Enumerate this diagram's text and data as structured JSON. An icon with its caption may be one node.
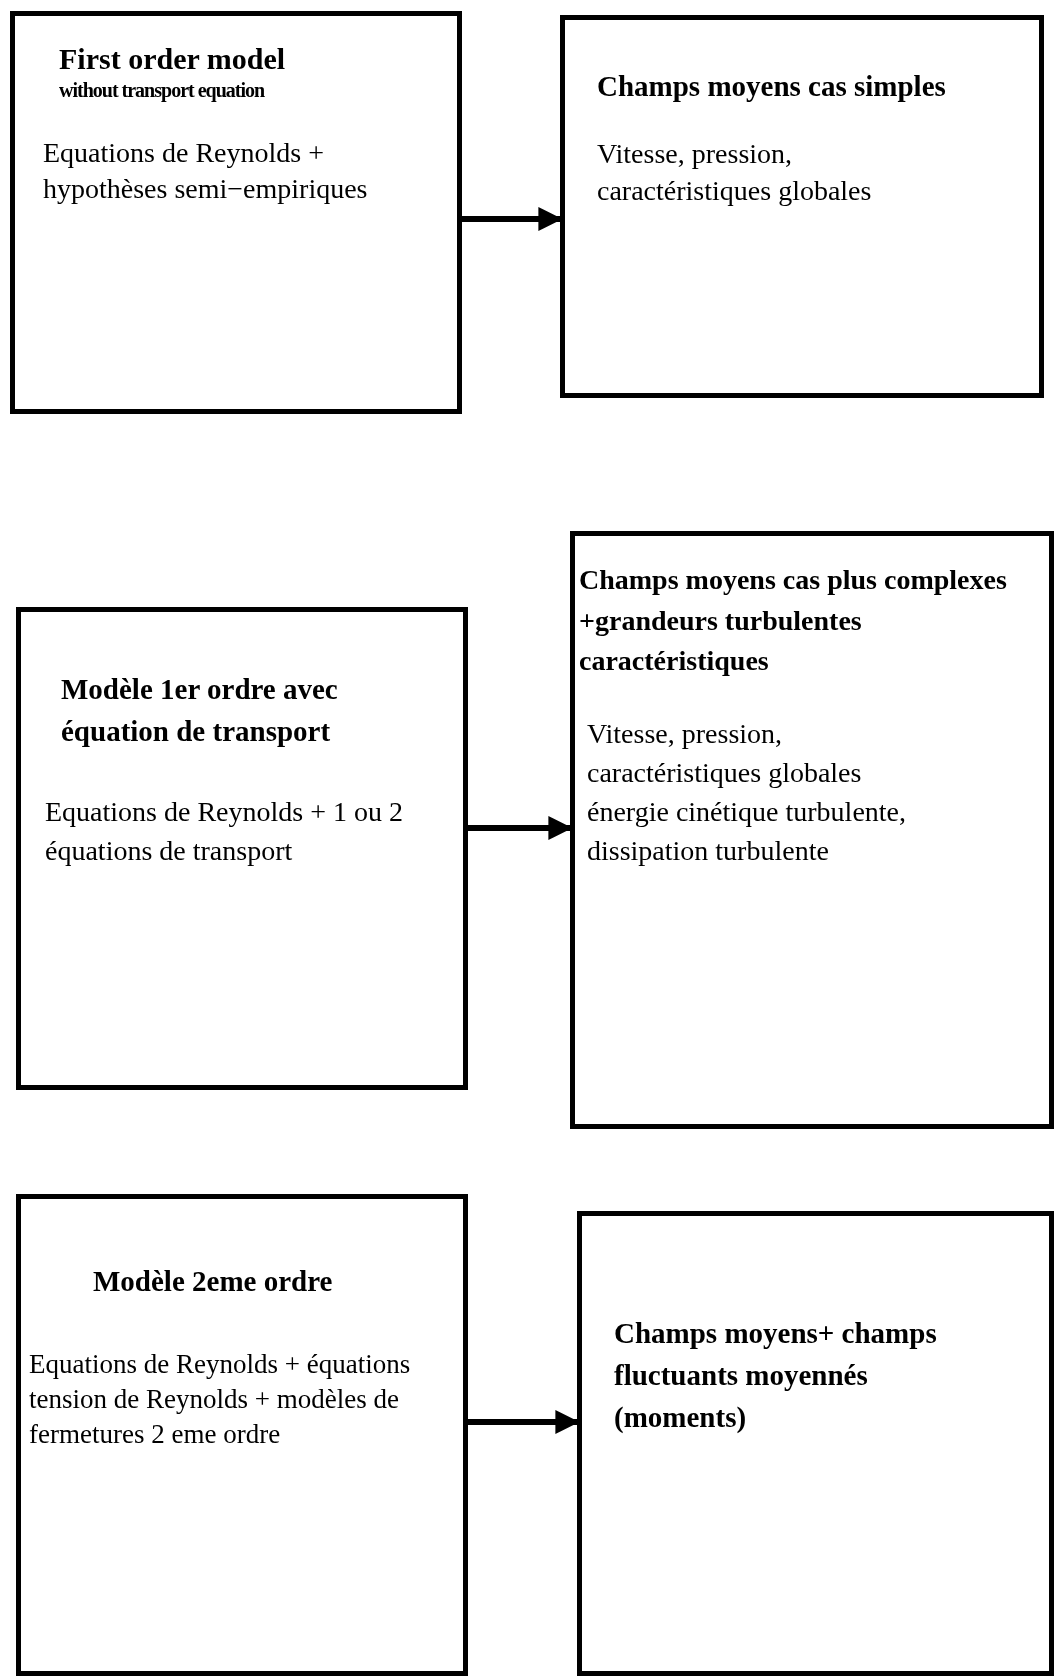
{
  "diagram": {
    "nodes": [
      {
        "text": [
          "First order model",
          "without transport equation",
          "Equations de Reynolds + hypothèses semi−empiriques"
        ]
      },
      {
        "text": [
          "Champs moyens cas simples",
          "Vitesse, pression, caractéristiques globales"
        ]
      },
      {
        "text": [
          "Modèle 1er ordre avec équation de transport",
          "Equations de Reynolds + 1 ou 2 équations de transport"
        ]
      },
      {
        "text": [
          "Champs moyens cas plus complexes +grandeurs turbulentes caractéristiques",
          "Vitesse, pression, caractéristiques globales énergie cinétique turbulente, dissipation turbulente"
        ]
      },
      {
        "text": [
          "Modèle 2eme  ordre",
          "Equations de Reynolds + équations tension de Reynolds + modèles de fermetures 2 eme ordre"
        ]
      },
      {
        "text": [
          "Champs moyens+ champs fluctuants moyennés (moments)"
        ]
      }
    ],
    "edges": [
      {
        "from": 0,
        "to": 1,
        "arrow": "to"
      },
      {
        "from": 2,
        "to": 3,
        "arrow": "to"
      },
      {
        "from": 4,
        "to": 5,
        "arrow": "to"
      }
    ]
  }
}
